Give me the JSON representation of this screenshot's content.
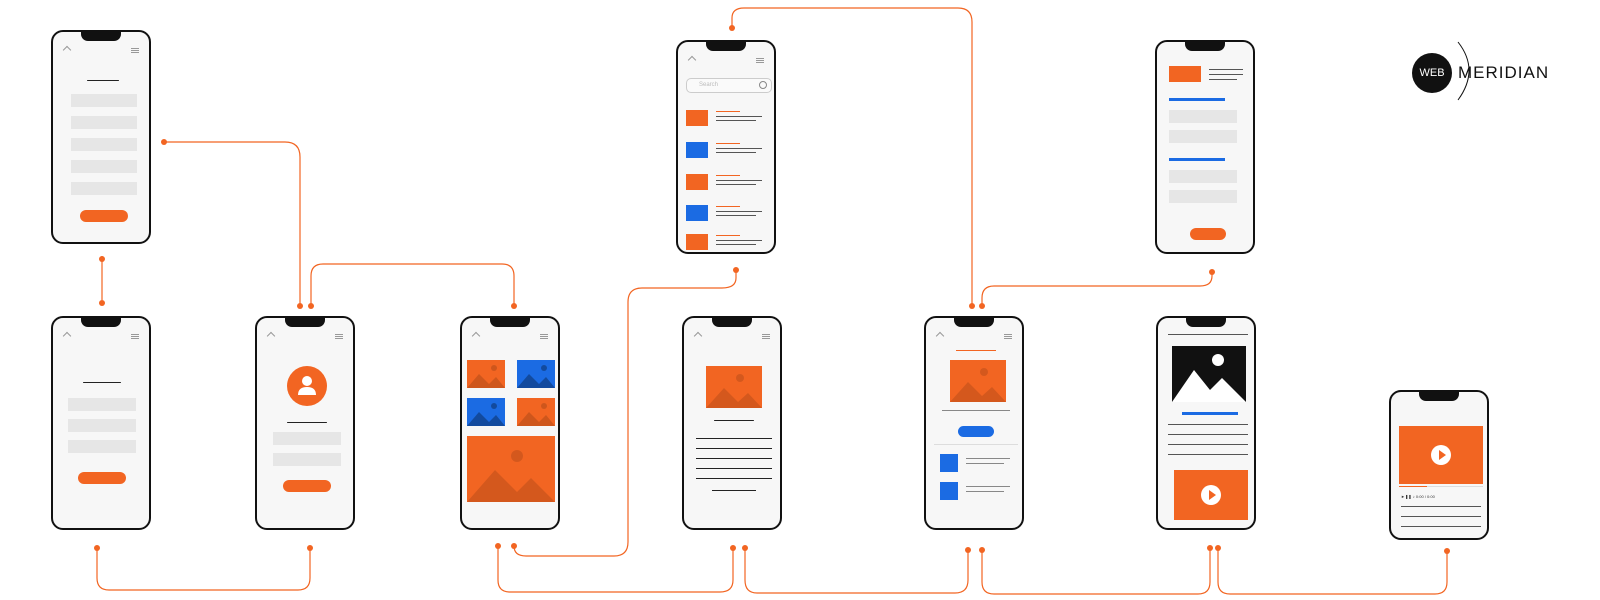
{
  "brand": {
    "logo_left": "WEB",
    "logo_right": "MERIDIAN"
  },
  "search": {
    "placeholder": "Search"
  },
  "video": {
    "time": "0:00 / 0:00"
  },
  "colors": {
    "accent": "#f26522",
    "secondary": "#1b6be3",
    "connector": "#f26522",
    "frame": "#111111"
  },
  "icons": [
    "home-icon",
    "menu-icon",
    "user-icon",
    "search-icon",
    "image-icon",
    "play-icon"
  ],
  "screens": [
    {
      "id": "login",
      "type": "form-login"
    },
    {
      "id": "sign-in",
      "type": "form-short"
    },
    {
      "id": "profile",
      "type": "profile"
    },
    {
      "id": "gallery",
      "type": "gallery"
    },
    {
      "id": "search-results",
      "type": "list"
    },
    {
      "id": "article",
      "type": "article"
    },
    {
      "id": "product",
      "type": "detail"
    },
    {
      "id": "settings",
      "type": "form-sections"
    },
    {
      "id": "media-post",
      "type": "media"
    },
    {
      "id": "video-player",
      "type": "video"
    }
  ]
}
